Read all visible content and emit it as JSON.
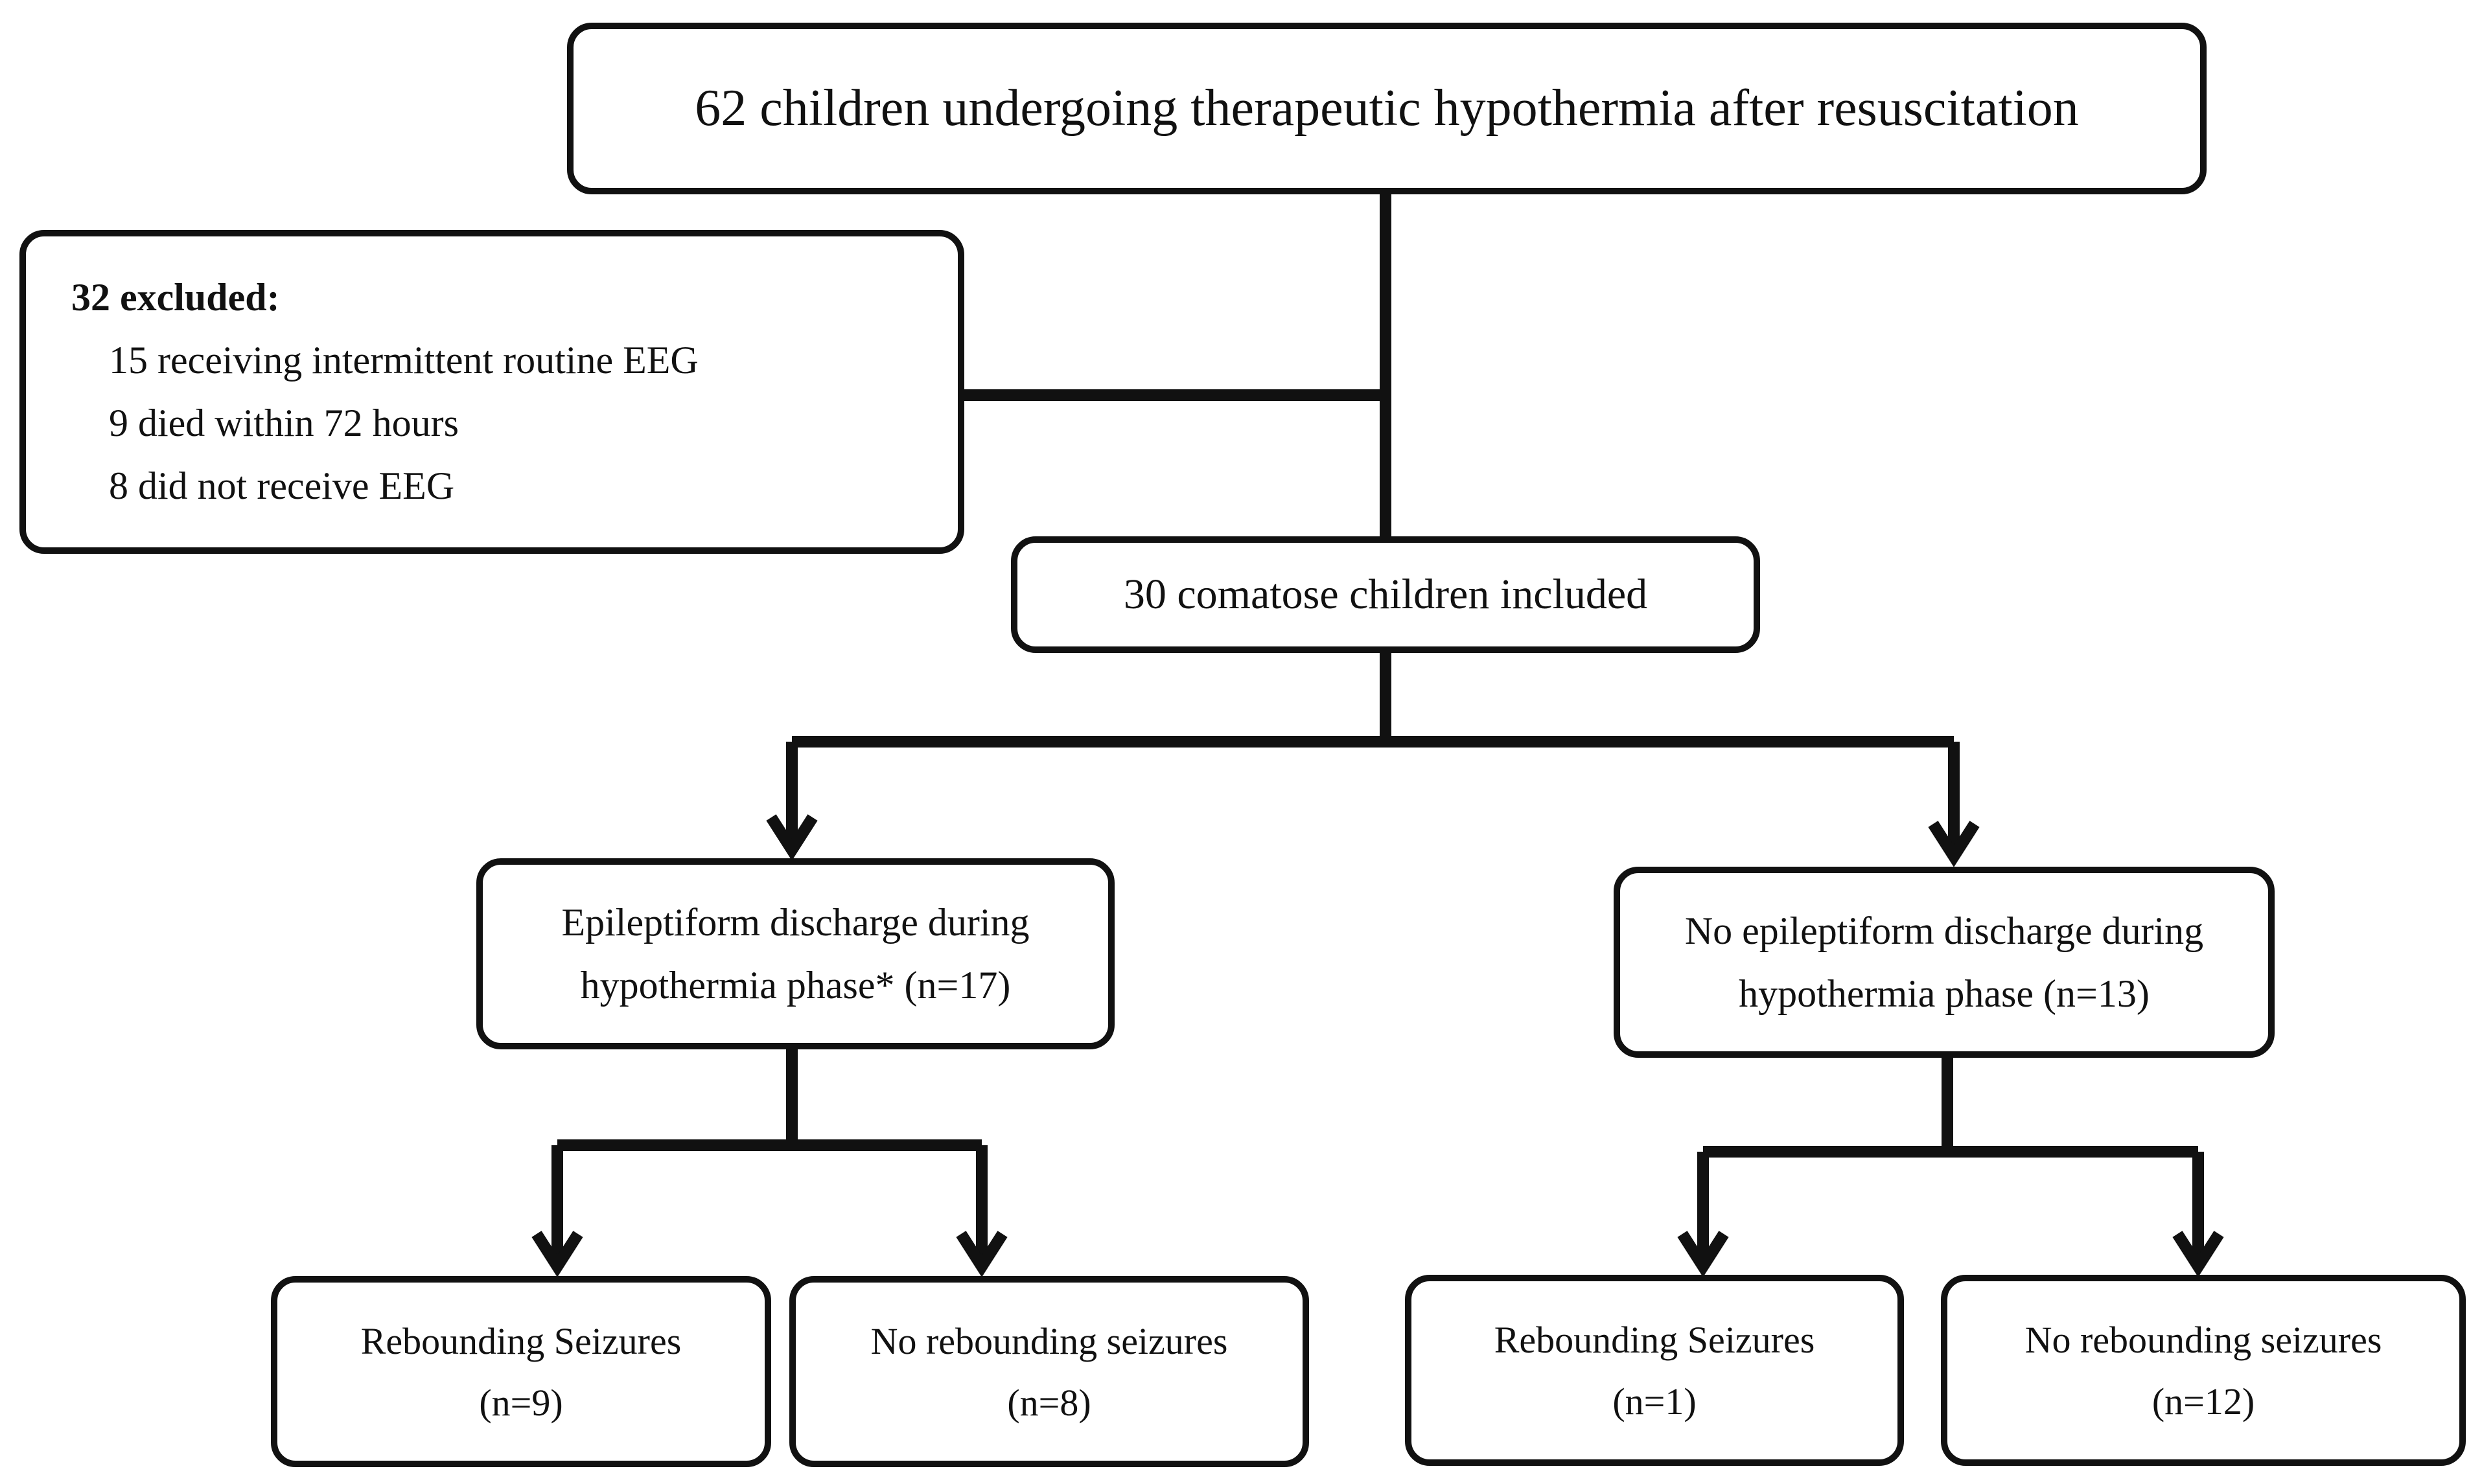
{
  "top_box": {
    "label": "62 children undergoing therapeutic hypothermia after resuscitation"
  },
  "excluded_box": {
    "title": "32 excluded:",
    "items": [
      "15 receiving intermittent routine EEG",
      "9 died within 72 hours",
      "8 did not receive EEG"
    ]
  },
  "included_box": {
    "label": "30 comatose children included"
  },
  "epileptiform_box": {
    "line1": "Epileptiform discharge during",
    "line2": "hypothermia phase* (n=17)"
  },
  "no_epileptiform_box": {
    "line1": "No epileptiform discharge during",
    "line2": "hypothermia phase (n=13)"
  },
  "leaves": [
    {
      "line1": "Rebounding Seizures",
      "line2": "(n=9)"
    },
    {
      "line1": "No rebounding seizures",
      "line2": "(n=8)"
    },
    {
      "line1": "Rebounding Seizures",
      "line2": "(n=1)"
    },
    {
      "line1": "No rebounding seizures",
      "line2": "(n=12)"
    }
  ],
  "colors": {
    "stroke": "#111111",
    "background": "#ffffff"
  }
}
